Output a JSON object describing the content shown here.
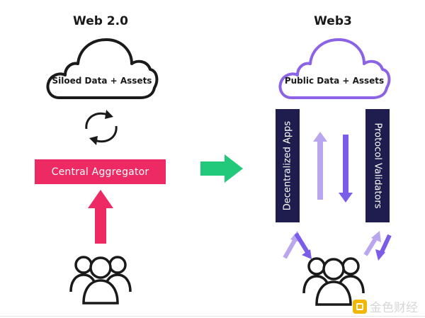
{
  "web2": {
    "title": "Web 2.0",
    "cloud_label": "Siloed Data + Assets",
    "aggregator_label": "Central Aggregator"
  },
  "web3": {
    "title": "Web3",
    "cloud_label": "Public Data + Assets",
    "left_pillar_label": "Decentralized Apps",
    "right_pillar_label": "Protocol Validators"
  },
  "watermark": {
    "text": "金色财经"
  },
  "colors": {
    "web2_cloud": "#1a1a1a",
    "web3_cloud": "#8a63e6",
    "aggregator": "#ee2a64",
    "pillar": "#1e1d4e",
    "transition_arrow": "#22c97a",
    "arrow_light": "#b9a6ee",
    "arrow_dark": "#7b5ce8"
  }
}
